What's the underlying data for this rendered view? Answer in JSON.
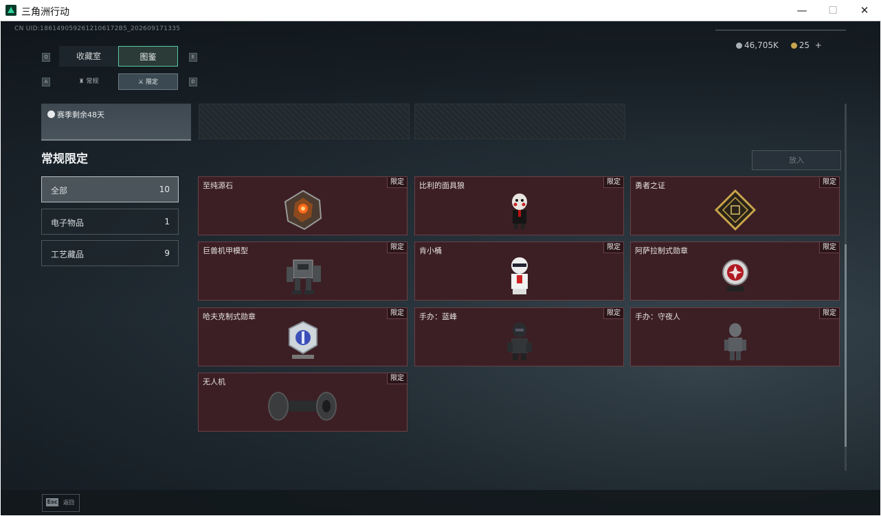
{
  "window": {
    "title": "三角洲行动",
    "minimize": "—",
    "maximize": "☐",
    "close": "✕"
  },
  "header": {
    "uid": "CN UID:1861490592612106172B5_202609171335",
    "currency_silver": "46,705K",
    "currency_gold": "25",
    "currency_add": "+"
  },
  "keys": {
    "q": "Q",
    "e": "E",
    "a": "A",
    "d": "D",
    "esc": "Esc"
  },
  "tabs": [
    {
      "label": "收藏室",
      "active": false
    },
    {
      "label": "图鉴",
      "active": true
    }
  ],
  "subtabs": [
    {
      "label": "常规",
      "active": false
    },
    {
      "label": "限定",
      "active": true
    }
  ],
  "season": {
    "remaining": "赛季剩余48天"
  },
  "section": {
    "title": "常规限定",
    "put_button": "放入"
  },
  "categories": [
    {
      "label": "全部",
      "count": "10",
      "active": true
    },
    {
      "label": "电子物品",
      "count": "1",
      "active": false
    },
    {
      "label": "工艺藏品",
      "count": "9",
      "active": false
    }
  ],
  "items": [
    {
      "name": "至纯源石",
      "badge": "限定",
      "icon": "crystal-icon"
    },
    {
      "name": "比利的面具狼",
      "badge": "限定",
      "icon": "puppet-figure-icon"
    },
    {
      "name": "勇者之证",
      "badge": "限定",
      "icon": "gold-card-icon"
    },
    {
      "name": "巨兽机甲模型",
      "badge": "限定",
      "icon": "mech-model-icon"
    },
    {
      "name": "肯小桶",
      "badge": "限定",
      "icon": "colonel-figure-icon"
    },
    {
      "name": "阿萨拉制式勋章",
      "badge": "限定",
      "icon": "red-medal-icon"
    },
    {
      "name": "哈夫克制式勋章",
      "badge": "限定",
      "icon": "silver-medal-icon"
    },
    {
      "name": "手办：蓝峰",
      "badge": "限定",
      "icon": "soldier-figure-icon"
    },
    {
      "name": "手办：守夜人",
      "badge": "限定",
      "icon": "armor-figure-icon"
    },
    {
      "name": "无人机",
      "badge": "限定",
      "icon": "drone-roller-icon"
    }
  ],
  "footer": {
    "back_label": "返回"
  },
  "colors": {
    "card_bg": "#3c1f24",
    "accent": "#58c9a0"
  }
}
